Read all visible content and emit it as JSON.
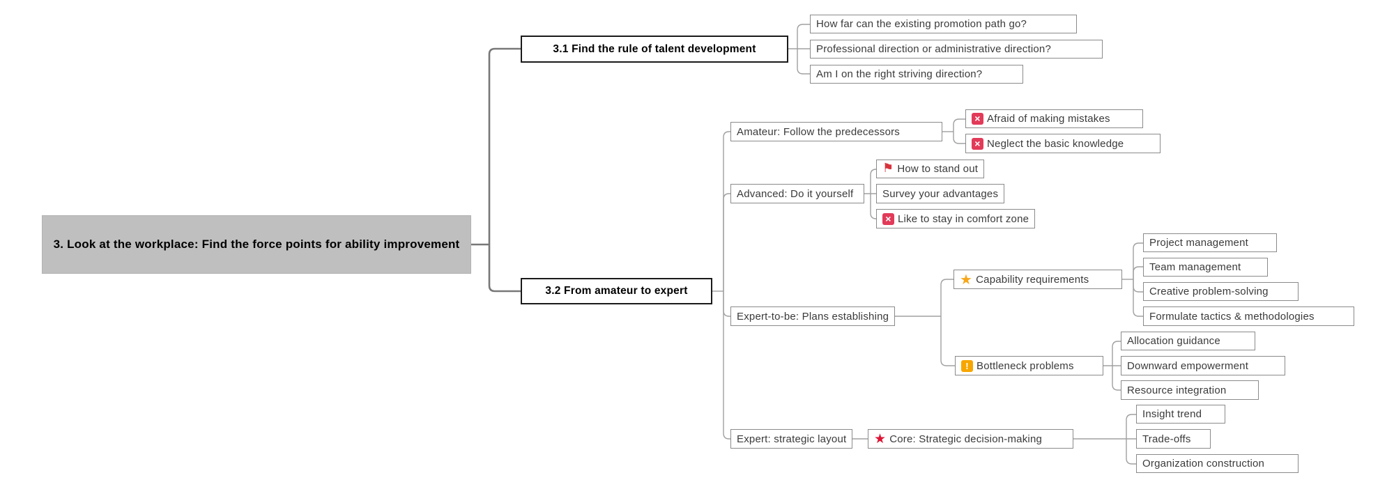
{
  "diagram": {
    "type": "mind-map",
    "title": "3. Look at the workplace: Find the force points for ability improvement",
    "colors": {
      "root_fill": "#bfbfbf",
      "header_border": "#1a1a1a",
      "node_border": "#8a8a8a",
      "node_text": "#3a3a3a",
      "main_connector": "#787878",
      "branch_connector": "#a0a0a0",
      "cross_icon": "#e23a59",
      "warning_icon": "#f7a600",
      "star_gold_icon": "#f7a71c",
      "star_red_icon": "#dd1434",
      "flag_icon": "#d7333c"
    },
    "nodes": [
      {
        "id": "root",
        "parent": null,
        "label": "3. Look at the workplace: Find the force points for ability improvement"
      },
      {
        "id": "3-1",
        "parent": "root",
        "label": "3.1 Find the rule of talent development"
      },
      {
        "id": "promotion-path",
        "parent": "3-1",
        "label": "How far can the existing promotion path go?"
      },
      {
        "id": "direction-choice",
        "parent": "3-1",
        "label": "Professional direction or administrative direction?"
      },
      {
        "id": "striving-direction",
        "parent": "3-1",
        "label": "Am I on the right striving direction?"
      },
      {
        "id": "3-2",
        "parent": "root",
        "label": "3.2 From amateur to expert"
      },
      {
        "id": "amateur",
        "parent": "3-2",
        "label": "Amateur: Follow the predecessors"
      },
      {
        "id": "afraid-mistakes",
        "parent": "amateur",
        "label": "Afraid of making mistakes",
        "icon": "cross-icon"
      },
      {
        "id": "neglect-knowledge",
        "parent": "amateur",
        "label": "Neglect the basic knowledge",
        "icon": "cross-icon"
      },
      {
        "id": "advanced",
        "parent": "3-2",
        "label": "Advanced: Do it yourself"
      },
      {
        "id": "stand-out",
        "parent": "advanced",
        "label": "How to stand out",
        "icon": "flag-icon"
      },
      {
        "id": "survey-advantages",
        "parent": "advanced",
        "label": "Survey your advantages"
      },
      {
        "id": "comfort-zone",
        "parent": "advanced",
        "label": "Like to stay in comfort zone",
        "icon": "cross-icon"
      },
      {
        "id": "expert-to-be",
        "parent": "3-2",
        "label": "Expert-to-be: Plans establishing"
      },
      {
        "id": "capability-requirements",
        "parent": "expert-to-be",
        "label": "Capability requirements",
        "icon": "star-gold-icon"
      },
      {
        "id": "project-management",
        "parent": "capability-requirements",
        "label": "Project management"
      },
      {
        "id": "team-management",
        "parent": "capability-requirements",
        "label": "Team management"
      },
      {
        "id": "creative-problem-solving",
        "parent": "capability-requirements",
        "label": "Creative problem-solving"
      },
      {
        "id": "formulate-tactics",
        "parent": "capability-requirements",
        "label": "Formulate tactics & methodologies"
      },
      {
        "id": "bottleneck-problems",
        "parent": "expert-to-be",
        "label": "Bottleneck problems",
        "icon": "warning-icon"
      },
      {
        "id": "allocation-guidance",
        "parent": "bottleneck-problems",
        "label": "Allocation guidance"
      },
      {
        "id": "downward-empowerment",
        "parent": "bottleneck-problems",
        "label": "Downward empowerment"
      },
      {
        "id": "resource-integration",
        "parent": "bottleneck-problems",
        "label": "Resource integration"
      },
      {
        "id": "expert",
        "parent": "3-2",
        "label": "Expert: strategic layout"
      },
      {
        "id": "core-decision",
        "parent": "expert",
        "label": "Core: Strategic decision-making",
        "icon": "star-red-icon"
      },
      {
        "id": "insight-trend",
        "parent": "core-decision",
        "label": "Insight trend"
      },
      {
        "id": "trade-offs",
        "parent": "core-decision",
        "label": "Trade-offs"
      },
      {
        "id": "organization-construction",
        "parent": "core-decision",
        "label": "Organization construction"
      }
    ]
  },
  "icons": {
    "cross": "×",
    "warning": "!",
    "star": "★",
    "flag": "⚑"
  }
}
